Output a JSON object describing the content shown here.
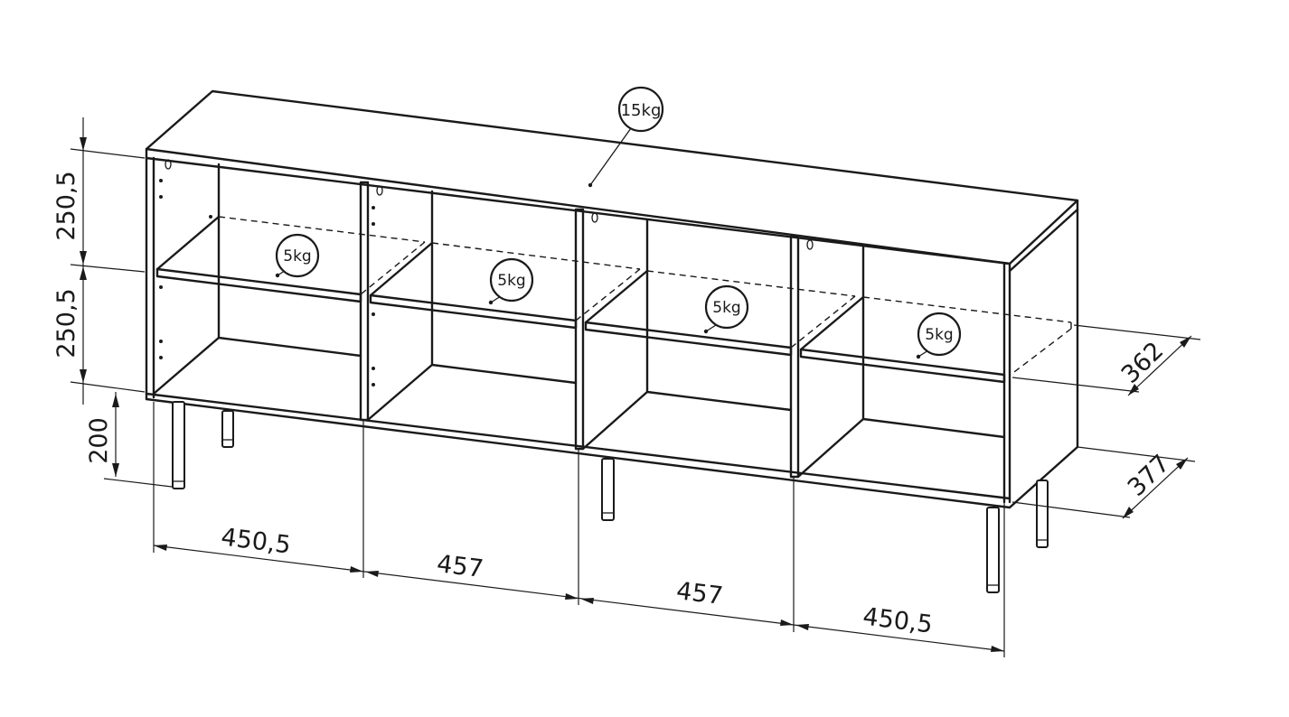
{
  "dimensions": {
    "height_top_compartment": "250,5",
    "height_bottom_compartment": "250,5",
    "leg_height": "200",
    "width_section_1": "450,5",
    "width_section_2": "457",
    "width_section_3": "457",
    "width_section_4": "450,5",
    "depth_shelf": "362",
    "depth_body": "377"
  },
  "load_ratings": {
    "top": "15kg",
    "shelf_1": "5kg",
    "shelf_2": "5kg",
    "shelf_3": "5kg",
    "shelf_4": "5kg"
  }
}
